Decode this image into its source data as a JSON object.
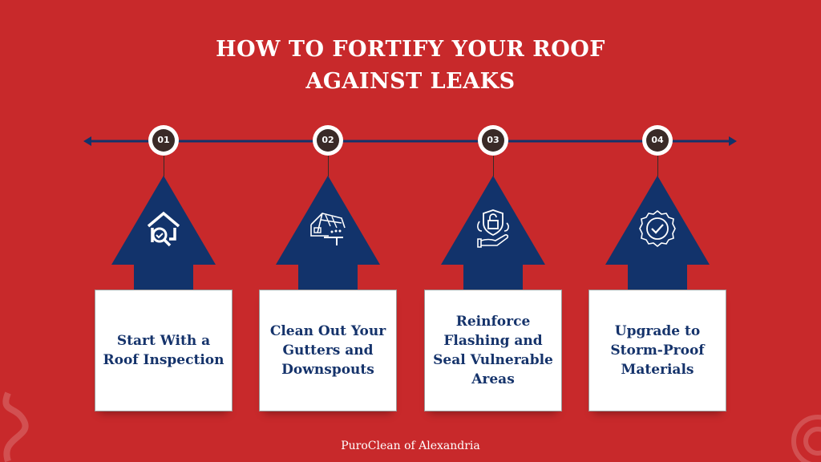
{
  "title": {
    "line1": "HOW TO FORTIFY YOUR ROOF",
    "line2": "AGAINST LEAKS"
  },
  "steps": [
    {
      "number": "01",
      "label": "Start With a Roof Inspection",
      "icon": "house-inspection-icon"
    },
    {
      "number": "02",
      "label": "Clean Out Your Gutters and Downspouts",
      "icon": "roof-gutter-rain-icon"
    },
    {
      "number": "03",
      "label": "Reinforce Flashing and Seal Vulnerable Areas",
      "icon": "shield-lock-hand-icon"
    },
    {
      "number": "04",
      "label": "Upgrade to Storm-Proof Materials",
      "icon": "badge-check-icon"
    }
  ],
  "footer": "PuroClean of Alexandria",
  "colors": {
    "background": "#c8292b",
    "navy": "#12336b",
    "number_circle": "#3a2a27",
    "text": "#15336b"
  }
}
